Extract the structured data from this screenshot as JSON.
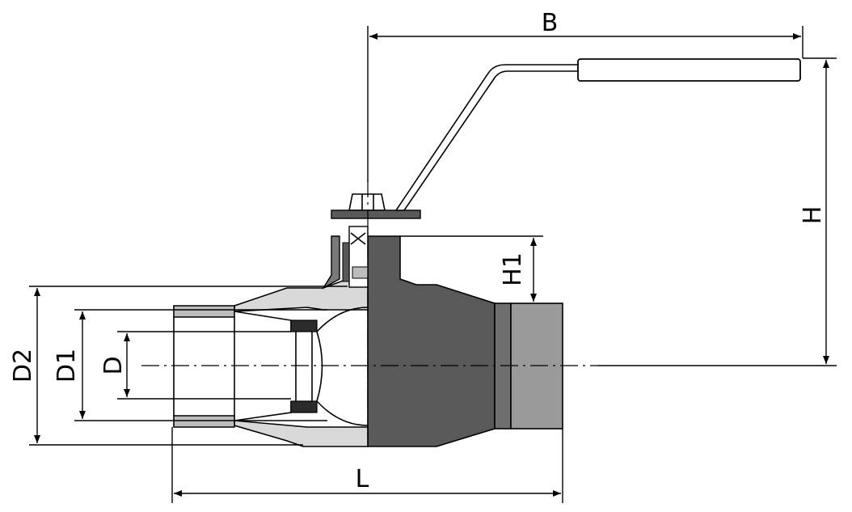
{
  "diagram": {
    "type": "technical-drawing",
    "subject": "ball-valve",
    "colors": {
      "body_fill": "#595959",
      "spigot_fill": "#9a9a9a",
      "section_fill": "#d9d9d9",
      "handle_fill": "#ffffff",
      "line": "#000000"
    },
    "dimensions": {
      "b": "B",
      "h": "H",
      "h1": "H1",
      "d2": "D2",
      "d1": "D1",
      "d": "D",
      "l": "L"
    }
  }
}
